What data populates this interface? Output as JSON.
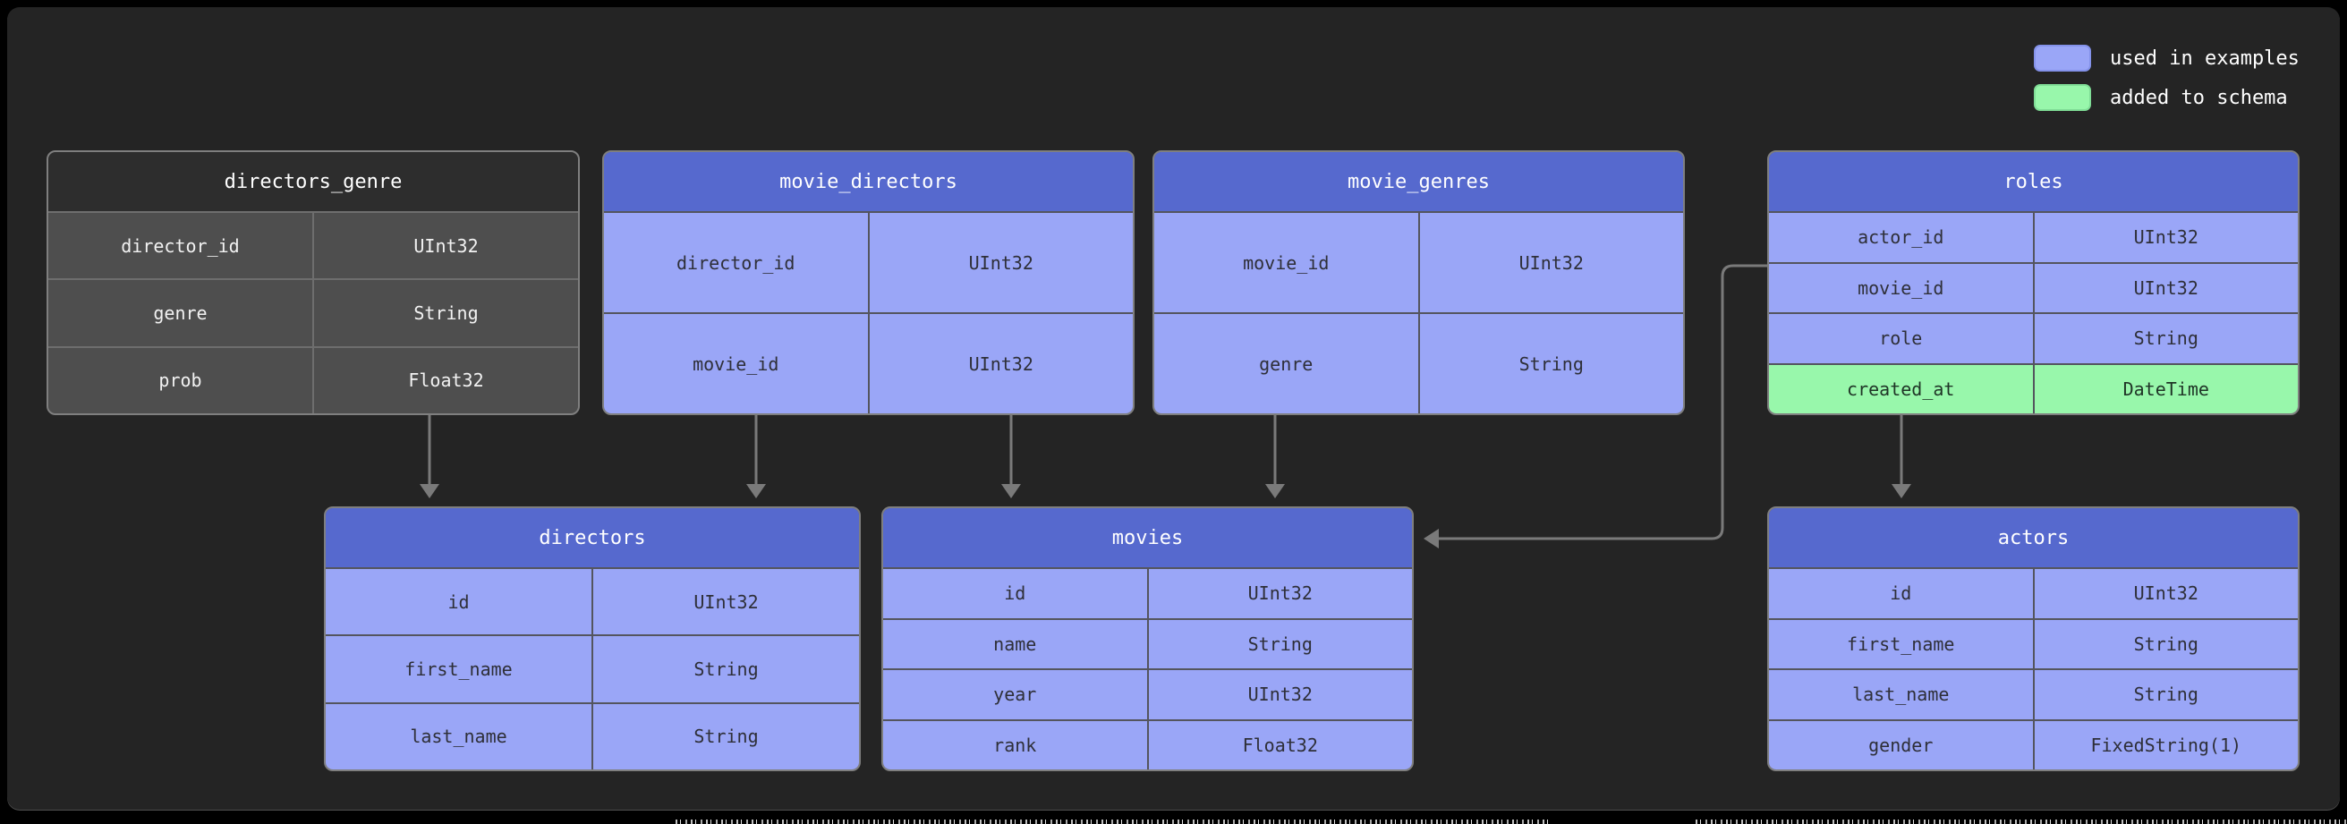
{
  "legend": {
    "items": [
      {
        "label": "used in examples",
        "swatch": "blue",
        "color": "#9aa6f7"
      },
      {
        "label": "added to schema",
        "swatch": "green",
        "color": "#98f7ab"
      }
    ]
  },
  "colors": {
    "table_header_blue": "#5669ce",
    "row_blue": "#9aa6f7",
    "row_green": "#98f7ab",
    "table_header_gray": "#2d2d2d",
    "row_gray": "#4e4e4e",
    "panel_background": "#242424",
    "arrow_gray": "#7a7a7a"
  },
  "tables": [
    {
      "name": "directors_genre",
      "variant": "gray",
      "fields": [
        {
          "name": "director_id",
          "type": "UInt32"
        },
        {
          "name": "genre",
          "type": "String"
        },
        {
          "name": "prob",
          "type": "Float32"
        }
      ]
    },
    {
      "name": "movie_directors",
      "variant": "blue",
      "fields": [
        {
          "name": "director_id",
          "type": "UInt32"
        },
        {
          "name": "movie_id",
          "type": "UInt32"
        }
      ]
    },
    {
      "name": "movie_genres",
      "variant": "blue",
      "fields": [
        {
          "name": "movie_id",
          "type": "UInt32"
        },
        {
          "name": "genre",
          "type": "String"
        }
      ]
    },
    {
      "name": "roles",
      "variant": "blue",
      "fields": [
        {
          "name": "actor_id",
          "type": "UInt32"
        },
        {
          "name": "movie_id",
          "type": "UInt32"
        },
        {
          "name": "role",
          "type": "String"
        },
        {
          "name": "created_at",
          "type": "DateTime",
          "highlight": "added_to_schema"
        }
      ]
    },
    {
      "name": "directors",
      "variant": "blue",
      "fields": [
        {
          "name": "id",
          "type": "UInt32"
        },
        {
          "name": "first_name",
          "type": "String"
        },
        {
          "name": "last_name",
          "type": "String"
        }
      ]
    },
    {
      "name": "movies",
      "variant": "blue",
      "fields": [
        {
          "name": "id",
          "type": "UInt32"
        },
        {
          "name": "name",
          "type": "String"
        },
        {
          "name": "year",
          "type": "UInt32"
        },
        {
          "name": "rank",
          "type": "Float32"
        }
      ]
    },
    {
      "name": "actors",
      "variant": "blue",
      "fields": [
        {
          "name": "id",
          "type": "UInt32"
        },
        {
          "name": "first_name",
          "type": "String"
        },
        {
          "name": "last_name",
          "type": "String"
        },
        {
          "name": "gender",
          "type": "FixedString(1)"
        }
      ]
    }
  ],
  "relations": [
    {
      "from": "directors_genre",
      "to": "directors"
    },
    {
      "from": "movie_directors",
      "to": "directors"
    },
    {
      "from": "movie_directors",
      "to": "movies"
    },
    {
      "from": "movie_genres",
      "to": "movies"
    },
    {
      "from": "roles",
      "to": "movies"
    },
    {
      "from": "roles",
      "to": "actors"
    }
  ]
}
